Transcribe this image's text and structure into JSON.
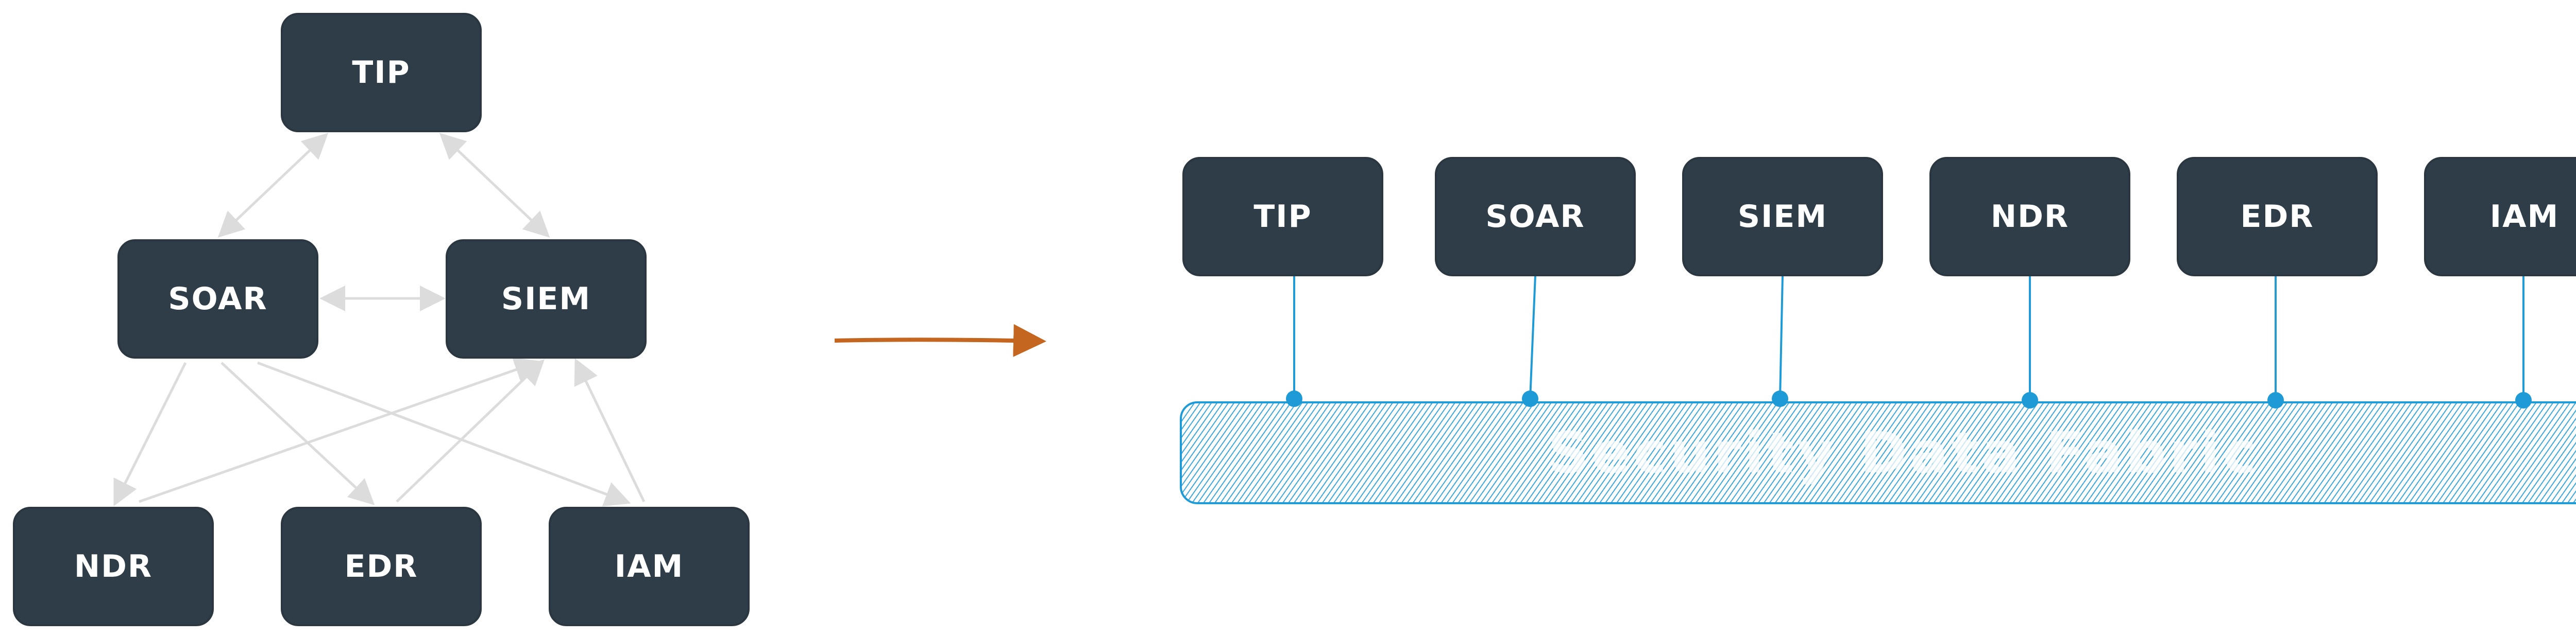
{
  "left_diagram": {
    "nodes": {
      "tip": "TIP",
      "soar": "SOAR",
      "siem": "SIEM",
      "ndr": "NDR",
      "edr": "EDR",
      "iam": "IAM"
    }
  },
  "right_diagram": {
    "nodes": [
      "TIP",
      "SOAR",
      "SIEM",
      "NDR",
      "EDR",
      "IAM"
    ],
    "fabric_label": "Security Data Fabric"
  },
  "colors": {
    "node_fill": "#2f3d48",
    "node_text": "#ffffff",
    "mesh_connector": "#d9d9d9",
    "transition_arrow": "#c4661f",
    "fabric_accent": "#1e9ad6"
  }
}
